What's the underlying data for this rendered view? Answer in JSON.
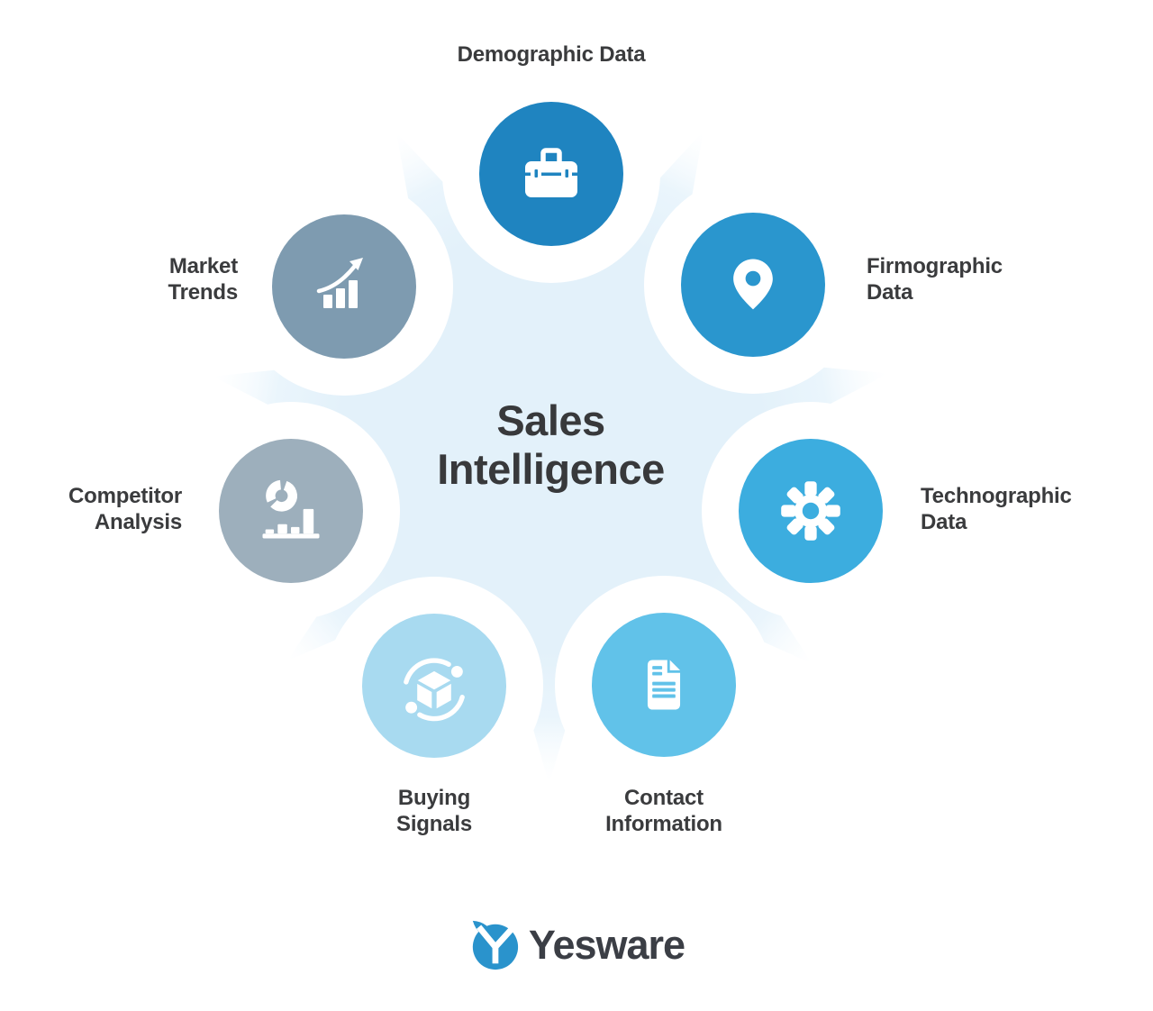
{
  "center": {
    "title": "Sales\nIntelligence"
  },
  "nodes": [
    {
      "id": "demographic-data",
      "label": "Demographic Data",
      "icon": "toolbox-icon",
      "color": "#1f84c0"
    },
    {
      "id": "firmographic-data",
      "label": "Firmographic\nData",
      "icon": "map-pin-icon",
      "color": "#2a96ce"
    },
    {
      "id": "technographic-data",
      "label": "Technographic\nData",
      "icon": "gear-icon",
      "color": "#3caddf"
    },
    {
      "id": "contact-information",
      "label": "Contact\nInformation",
      "icon": "document-icon",
      "color": "#61c2e9"
    },
    {
      "id": "buying-signals",
      "label": "Buying\nSignals",
      "icon": "cube-orbit-icon",
      "color": "#a8daf0"
    },
    {
      "id": "competitor-analysis",
      "label": "Competitor\nAnalysis",
      "icon": "donut-bar-chart-icon",
      "color": "#9dafbc"
    },
    {
      "id": "market-trends",
      "label": "Market\nTrends",
      "icon": "trend-arrow-icon",
      "color": "#7e9bb0"
    }
  ],
  "footer": {
    "brand": "Yesware"
  },
  "colors": {
    "background": "#ffffff",
    "blob": "#e3f1fa",
    "label_text": "#3a3b3d",
    "title_text": "#38393b",
    "brand_text": "#3b3e45",
    "logo_blue": "#2a93cc",
    "icon": "#ffffff"
  }
}
